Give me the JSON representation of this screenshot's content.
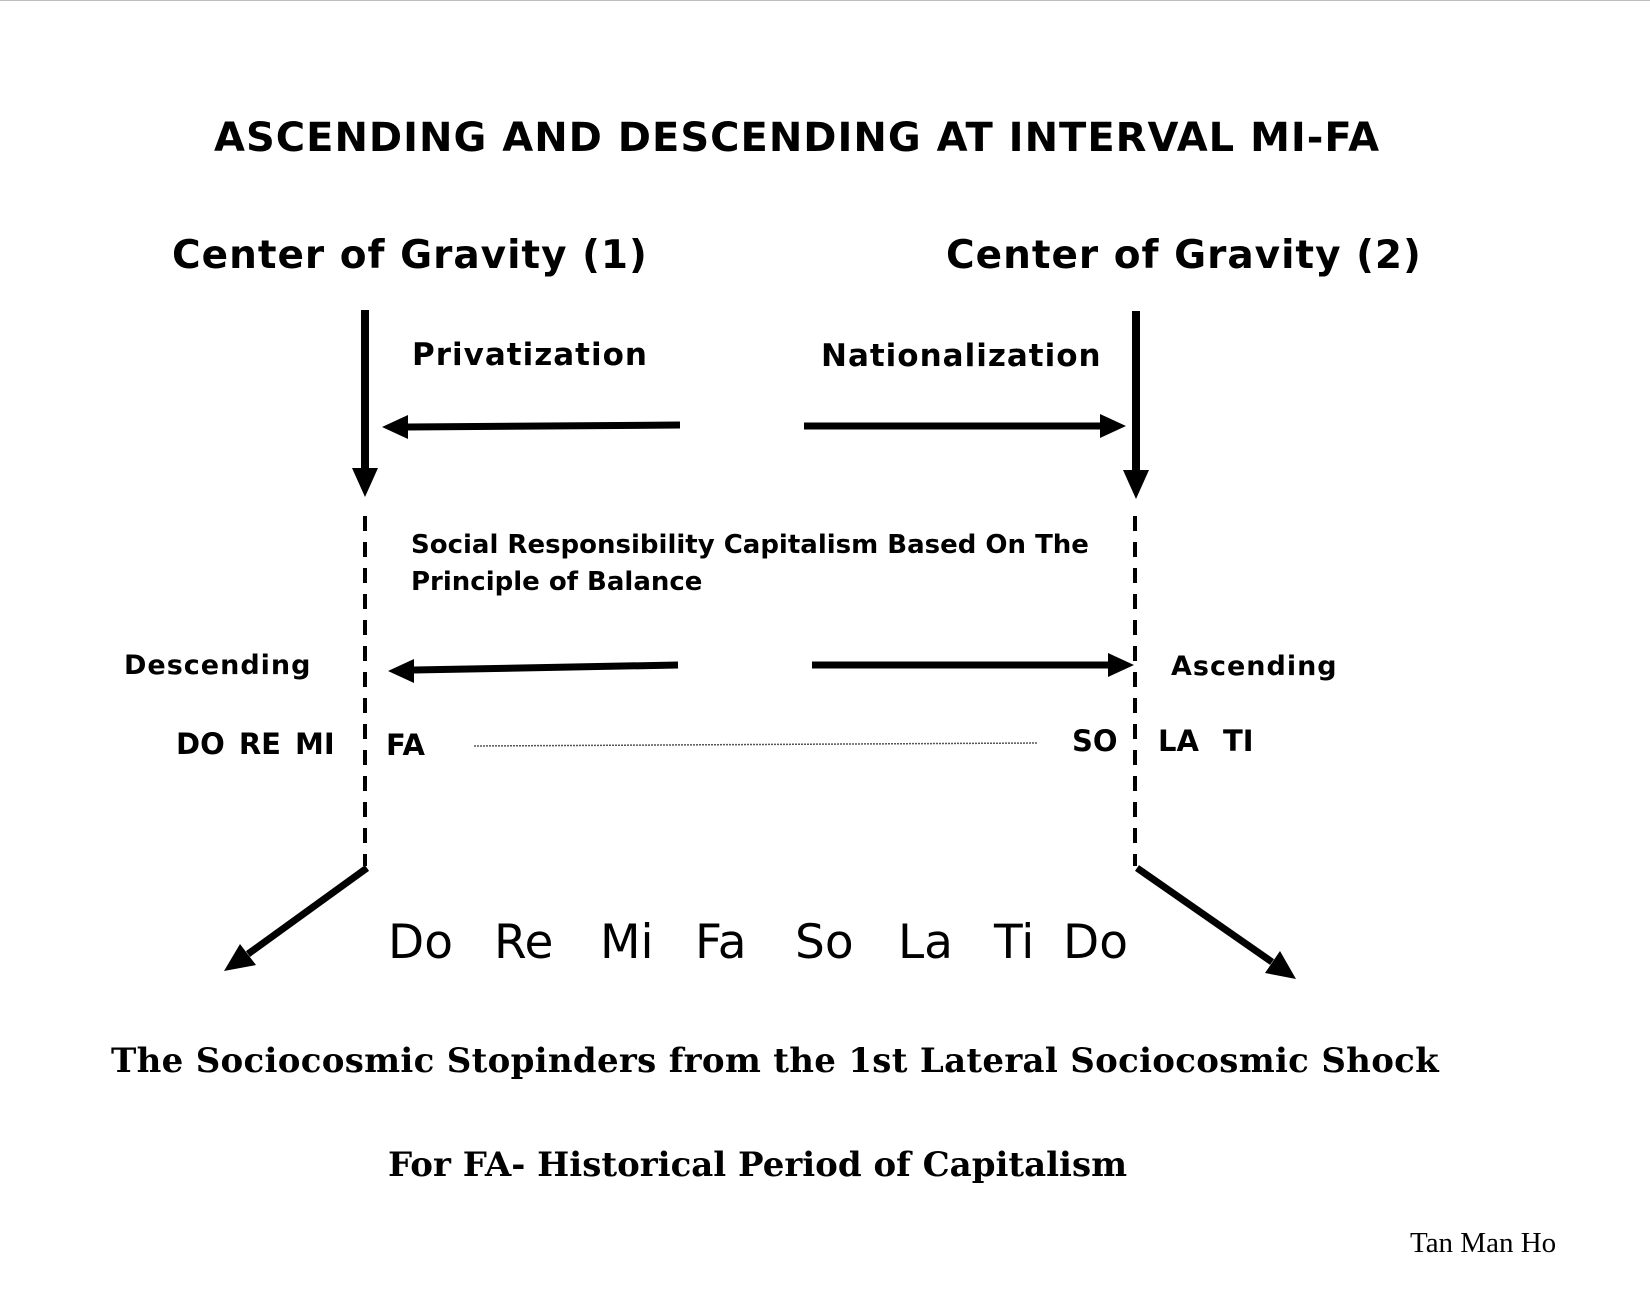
{
  "title": "ASCENDING AND DESCENDING AT INTERVAL MI-FA",
  "centers": {
    "left": "Center of Gravity (1)",
    "right": "Center of Gravity (2)"
  },
  "directions": {
    "left": "Privatization",
    "right": "Nationalization"
  },
  "principle": "Social Responsibility Capitalism Based On The Principle of Balance",
  "sides": {
    "left": "Descending",
    "right": "Ascending"
  },
  "notes": {
    "left_group": "DO RE MI",
    "fa": "FA",
    "so": "SO",
    "right_group": "LA TI"
  },
  "scale": [
    "Do",
    "Re",
    "Mi",
    "Fa",
    "So",
    "La",
    "Ti",
    "Do"
  ],
  "captions": {
    "line1": "The Sociocosmic Stopinders from the 1st Lateral Sociocosmic Shock",
    "line2": "For FA- Historical Period of Capitalism"
  },
  "author": "Tan Man Ho"
}
